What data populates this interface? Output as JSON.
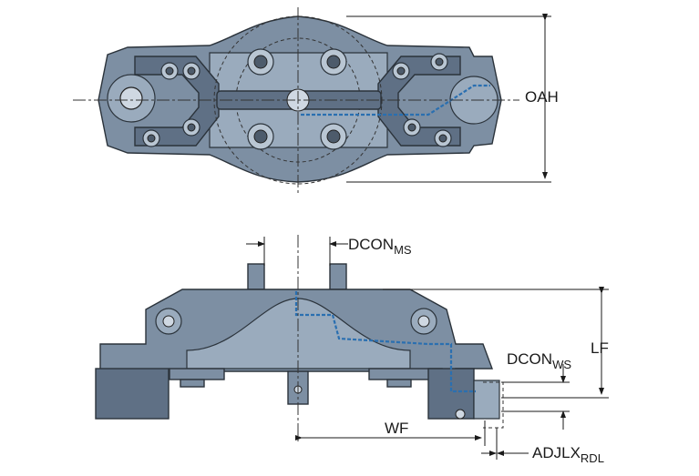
{
  "dimensions": {
    "oah": "OAH",
    "dcon_ms": {
      "base": "DCON",
      "sub": "MS"
    },
    "lf": "LF",
    "dcon_ws": {
      "base": "DCON",
      "sub": "WS"
    },
    "wf": "WF",
    "adjlx_rdl": {
      "base": "ADJLX",
      "sub": "RDL"
    }
  },
  "colors": {
    "body": "#7d8fa3",
    "coolant_channel": "#2a6fb0",
    "background": "#ffffff"
  }
}
